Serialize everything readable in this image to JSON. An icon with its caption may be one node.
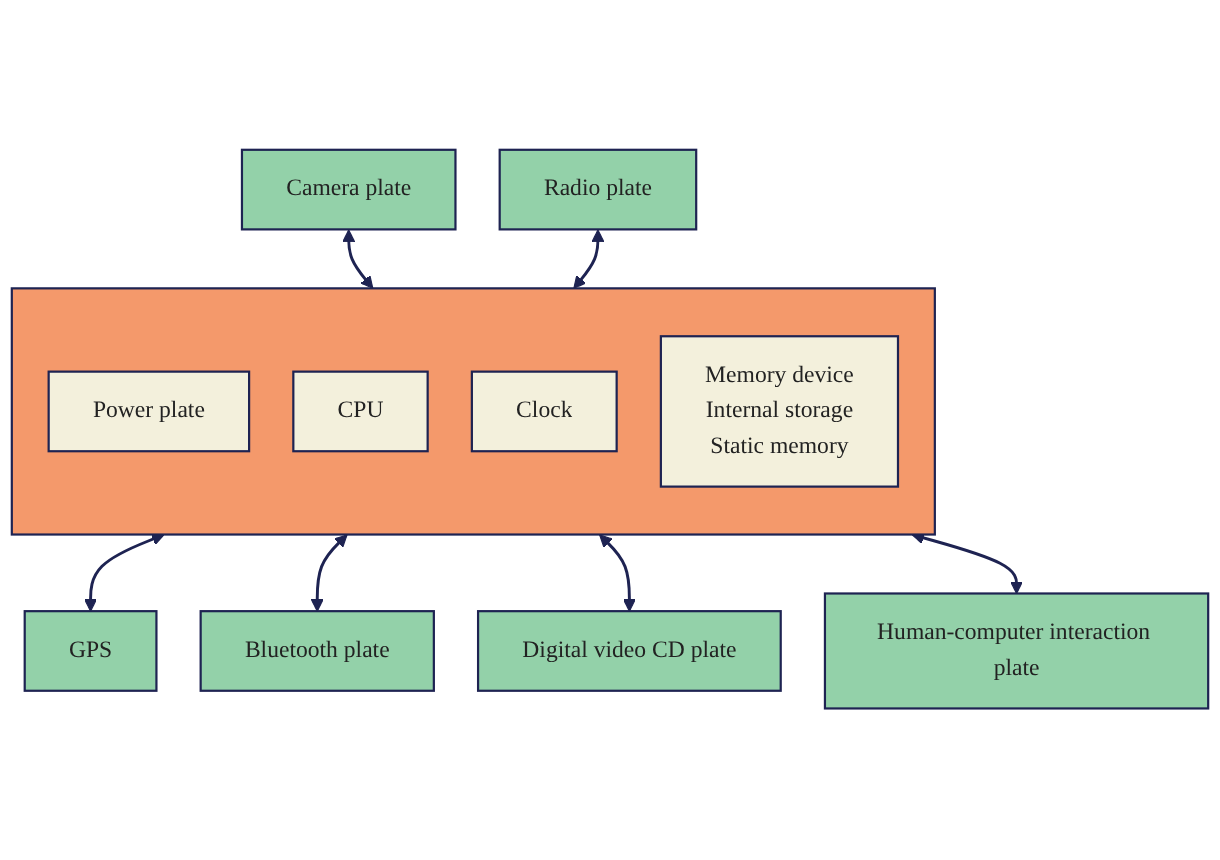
{
  "diagram": {
    "nodes": [
      {
        "text": [
          "Camera plate"
        ]
      },
      {
        "text": [
          "Radio plate"
        ]
      },
      {
        "text": [],
        "shape": "box"
      },
      {
        "text": [
          "Power plate"
        ],
        "in": 2
      },
      {
        "text": [
          "CPU"
        ],
        "in": 2
      },
      {
        "text": [
          "Clock"
        ],
        "in": 2
      },
      {
        "text": [
          "Memory device",
          "Internal storage",
          "Static memory"
        ],
        "in": 2
      },
      {
        "text": [
          "GPS"
        ]
      },
      {
        "text": [
          "Bluetooth plate"
        ]
      },
      {
        "text": [
          "Digital video CD plate"
        ]
      },
      {
        "text": [
          "Human-computer interaction plate"
        ]
      }
    ],
    "edges": [
      {
        "from": 0,
        "to": 2,
        "arrow": "both"
      },
      {
        "from": 1,
        "to": 2,
        "arrow": "both"
      },
      {
        "from": 2,
        "to": 7,
        "arrow": "both"
      },
      {
        "from": 2,
        "to": 8,
        "arrow": "both"
      },
      {
        "from": 2,
        "to": 9,
        "arrow": "both"
      },
      {
        "from": 2,
        "to": 10,
        "arrow": "both"
      }
    ]
  }
}
